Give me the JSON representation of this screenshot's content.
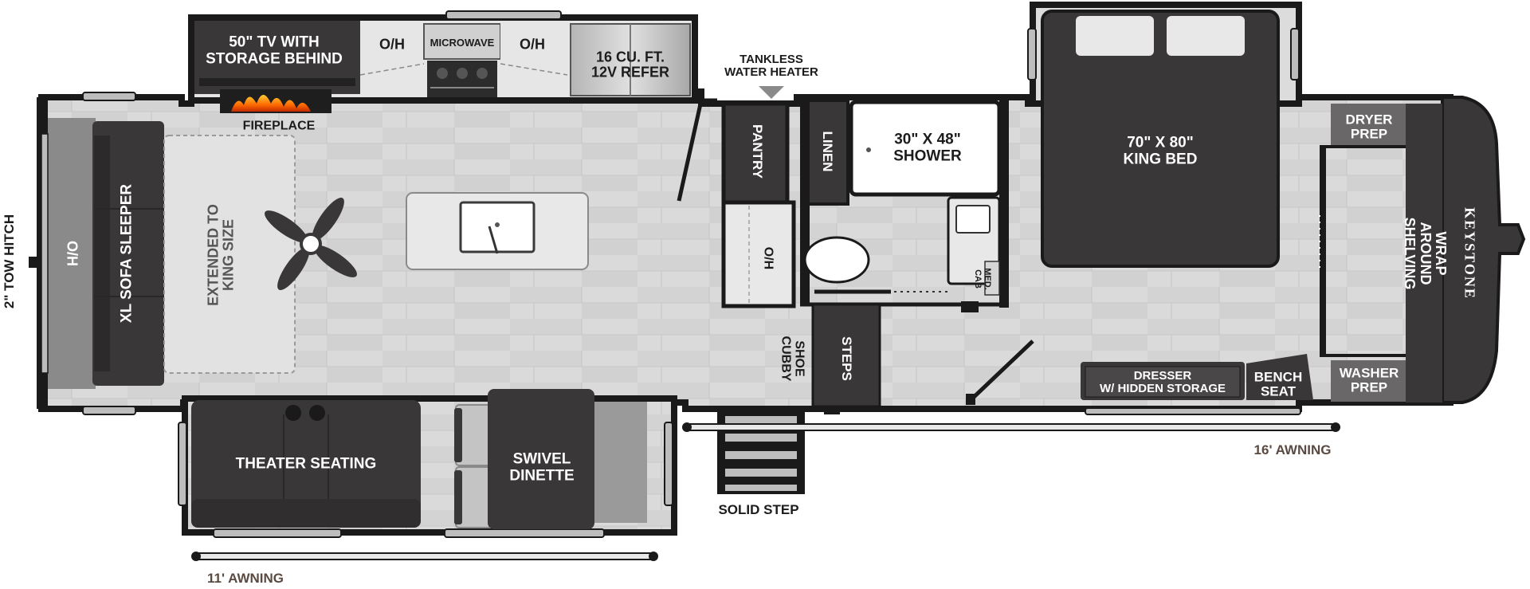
{
  "labels": {
    "tv": "50\" TV WITH\nSTORAGE BEHIND",
    "oh_kitchen_left": "O/H",
    "microwave": "MICROWAVE",
    "oh_kitchen_right": "O/H",
    "refer": "16 CU. FT.\n12V REFER",
    "tankless": "TANKLESS\nWATER HEATER",
    "fireplace": "FIREPLACE",
    "tow_hitch": "2\" TOW HITCH",
    "oh_front": "O/H",
    "sofa": "XL SOFA SLEEPER",
    "extended": "EXTENDED TO\nKING SIZE",
    "pantry": "PANTRY",
    "linen": "LINEN",
    "shower": "30\" X 48\"\nSHOWER",
    "oh_pantry": "O/H",
    "med_cab": "MED.\nCAB",
    "shoe_cubby": "SHOE\nCUBBY",
    "steps": "STEPS",
    "king_bed": "70\" X 80\"\nKING BED",
    "dryer": "DRYER\nPREP",
    "washer": "WASHER\nPREP",
    "shelving": "WRAP AROUND SHELVING",
    "brand": "KEYSTONE",
    "dresser": "DRESSER\nW/ HIDDEN STORAGE",
    "bench": "BENCH\nSEAT",
    "theater": "THEATER SEATING",
    "dinette": "SWIVEL\nDINETTE",
    "solid_step": "SOLID STEP",
    "awning_16": "16' AWNING",
    "awning_11": "11' AWNING"
  },
  "colors": {
    "floor": "#d9d9d9",
    "dark": "#3a3738",
    "wall": "#1a1a1a",
    "cabinet": "#e4e4e4",
    "awning_text": "#5a4a42"
  }
}
